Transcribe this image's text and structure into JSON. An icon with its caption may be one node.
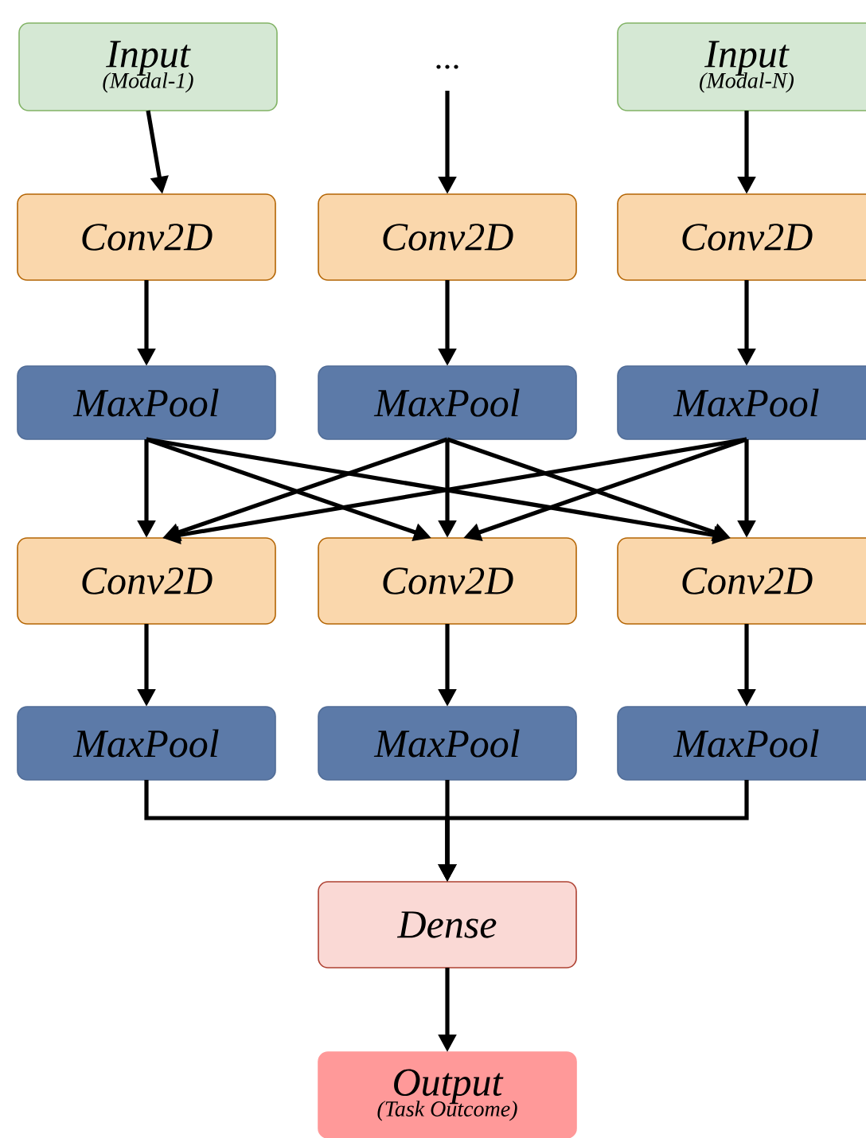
{
  "diagram": {
    "nodes": [
      {
        "text": [
          "Input",
          "(Modal-1)"
        ]
      },
      {
        "text": [
          "..."
        ]
      },
      {
        "text": [
          "Input",
          "(Modal-N)"
        ]
      },
      {
        "text": [
          "Conv2D"
        ]
      },
      {
        "text": [
          "Conv2D"
        ]
      },
      {
        "text": [
          "Conv2D"
        ]
      },
      {
        "text": [
          "MaxPool"
        ]
      },
      {
        "text": [
          "MaxPool"
        ]
      },
      {
        "text": [
          "MaxPool"
        ]
      },
      {
        "text": [
          "Conv2D"
        ]
      },
      {
        "text": [
          "Conv2D"
        ]
      },
      {
        "text": [
          "Conv2D"
        ]
      },
      {
        "text": [
          "MaxPool"
        ]
      },
      {
        "text": [
          "MaxPool"
        ]
      },
      {
        "text": [
          "MaxPool"
        ]
      },
      {
        "text": [
          "Dense"
        ]
      },
      {
        "text": [
          "Output",
          "(Task Outcome)"
        ]
      }
    ],
    "edges": [
      {
        "from": 0,
        "to": 3,
        "arrow": "to"
      },
      {
        "from": 1,
        "to": 4,
        "arrow": "to"
      },
      {
        "from": 2,
        "to": 5,
        "arrow": "to"
      },
      {
        "from": 3,
        "to": 6,
        "arrow": "to"
      },
      {
        "from": 4,
        "to": 7,
        "arrow": "to"
      },
      {
        "from": 5,
        "to": 8,
        "arrow": "to"
      },
      {
        "from": 6,
        "to": 9,
        "arrow": "to"
      },
      {
        "from": 6,
        "to": 10,
        "arrow": "to"
      },
      {
        "from": 6,
        "to": 11,
        "arrow": "to"
      },
      {
        "from": 7,
        "to": 9,
        "arrow": "to"
      },
      {
        "from": 7,
        "to": 10,
        "arrow": "to"
      },
      {
        "from": 7,
        "to": 11,
        "arrow": "to"
      },
      {
        "from": 8,
        "to": 9,
        "arrow": "to"
      },
      {
        "from": 8,
        "to": 10,
        "arrow": "to"
      },
      {
        "from": 8,
        "to": 11,
        "arrow": "to"
      },
      {
        "from": 9,
        "to": 12,
        "arrow": "to"
      },
      {
        "from": 10,
        "to": 13,
        "arrow": "to"
      },
      {
        "from": 11,
        "to": 14,
        "arrow": "to"
      },
      {
        "from": 12,
        "to": 15,
        "arrow": "to"
      },
      {
        "from": 13,
        "to": 15,
        "arrow": "to"
      },
      {
        "from": 14,
        "to": 15,
        "arrow": "to"
      },
      {
        "from": 15,
        "to": 16,
        "arrow": "to"
      }
    ]
  }
}
